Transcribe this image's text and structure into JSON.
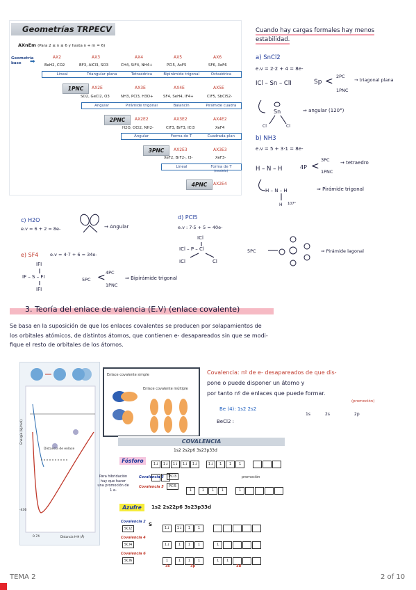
{
  "vsepr": {
    "title": "Geometrías TRPECV",
    "formula_main": "AXnEm",
    "formula_range": "(Para 2 ≤ n ≤ 6 y hasta n + m = 6)",
    "geometry_label": "Geometría base",
    "row0_tags": [
      "AX2",
      "AX3",
      "AX4",
      "AX5",
      "AX6"
    ],
    "row0_examples": [
      "BeH2, CO2",
      "BF3, AlCl3, SO3",
      "CH4, SiF4, NH4+",
      "PCl5, AsF5",
      "SF6, XeF6"
    ],
    "row0_geoms": [
      "Lineal",
      "Triangular plana",
      "Tetraédrica",
      "Bipirámide trigonal",
      "Octaédrica"
    ],
    "pnc1": "1PNC",
    "row1_tags": [
      "AX2E",
      "AX3E",
      "AX4E",
      "AX5E"
    ],
    "row1_examples": [
      "SO2, GeCl2, O3",
      "NH3, PCl3, H3O+",
      "SF4, SeH4, IF4+",
      "ClF5, SbCl52-"
    ],
    "row1_geoms": [
      "Angular",
      "Pirámide trigonal",
      "Balancín",
      "Pirámide cuadra"
    ],
    "pnc2": "2PNC",
    "row2_tags": [
      "AX2E2",
      "AX3E2",
      "AX4E2"
    ],
    "row2_examples": [
      "H2O, OCl2, NH2-",
      "ClF3, BrF3, ICl3",
      "XeF4"
    ],
    "row2_geoms": [
      "Angular",
      "Forma de T",
      "Cuadrada plan"
    ],
    "pnc3": "3PNC",
    "row3_tags": [
      "AX2E3",
      "AX3E3"
    ],
    "row3_examples": [
      "XeF2, BrF2-, I3-",
      "XeF3-"
    ],
    "row3_geoms": [
      "Lineal",
      "Forma de T"
    ],
    "row3_note": "(modelo)",
    "pnc4": "4PNC",
    "row4_tags": [
      "AX2E4"
    ]
  },
  "notes_right": {
    "intro": "Cuando hay cargas formales hay menos estabilidad.",
    "a_label": "a) SnCl2",
    "a_ev": "e.v = 2·2 + 4 = 8e-",
    "a_struct": "ICl – Sn – ClI",
    "a_sp": "Sp",
    "a_pc": "2PC",
    "a_pnc": "1PNC",
    "a_result1": "→ triagonal plana",
    "a_angular": "⇒ angular (120°)",
    "b_label": "b) NH3",
    "b_ev": "e.v = 5 + 3·1 = 8e-",
    "b_struct": "H – N – H",
    "b_4p": "4P",
    "b_3pc": "3PC",
    "b_pnc": "1PNC",
    "b_tetra": "→ tetraedro",
    "b_result": "⇒ Pirámide trigonal",
    "b_angle": "107°"
  },
  "notes_mid": {
    "c_label": "c) H2O",
    "c_ev": "e.v = 6 + 2 = 8e-",
    "c_result": "→ Angular",
    "d_label": "d) PCl5",
    "d_ev": "e.v : 7·5 + 5 = 40e-",
    "d_5pc": "5PC",
    "d_result": "⇒ Pirámide lagonal",
    "e_label": "e) SF4",
    "e_ev": "e.v = 4·7 + 6 = 34e-",
    "e_5pc": "5PC",
    "e_4pc": "4PC",
    "e_pnc": "1PNC",
    "e_result": "⇒ Bipirámide trigonal"
  },
  "section3": {
    "title": "3. Teoría del enlace de valencia (E.V) (enlace covalente)",
    "body_l1": "Se basa en la suposición de que los enlaces covalentes se producen por solapamientos de",
    "body_l2": "los orbitales atómicos, de distintos átomos, que contienen e- desapareados sin que se modi-",
    "body_l3": "fique el resto de orbitales de los átomos."
  },
  "covalencia_note": {
    "l1": "Covalencia: nº de e- desapareados de que dis-",
    "l2": "pone o puede disponer un átomo y",
    "l3": "por tanto nº de enlaces que puede formar.",
    "be_label": "Be (4): 1s2 2s2",
    "be_promo": "(promoción)",
    "becl2": "BeCl2 :",
    "orb_1s": "1s",
    "orb_2s": "2s",
    "orb_2p": "2p"
  },
  "fig_bond": {
    "ylabel": "Energía (kJ/mol)",
    "dist_label": "Distancia de enlace",
    "xlabel": "Distancia H-H (Å)",
    "val_neg": "-436",
    "val_x": "0.74"
  },
  "fig_cov": {
    "simple": "Enlace covalente simple",
    "multiple": "Enlace covalente múltiple"
  },
  "fig_val": {
    "title": "COVALENCIA",
    "p_config": "1s2 2s2p6 3s23p33d",
    "fosforo": "Fósforo",
    "cov3": "Covalencia 3",
    "pcl3": "PCl3",
    "cov5": "Covalencia 5",
    "pcl5": "PCl5",
    "promo": "promoción",
    "azufre": "Azufre",
    "s_config": "1s2 2s22p6 3s23p33d",
    "cov2": "Covalencia 2",
    "scl2": "SCl2",
    "s": "S",
    "cov4": "Covalencia 4",
    "scl4": "SCl4",
    "cov6": "Covalencia 6",
    "scl6": "SCl6",
    "lbl_3s": "3s",
    "lbl_3p": "3p",
    "lbl_3d": "3d",
    "side_note": "Para hibridación hay que hacer una promoción de 1 e-"
  },
  "footer": {
    "left": "TEMA 2",
    "right": "2 of 10"
  }
}
